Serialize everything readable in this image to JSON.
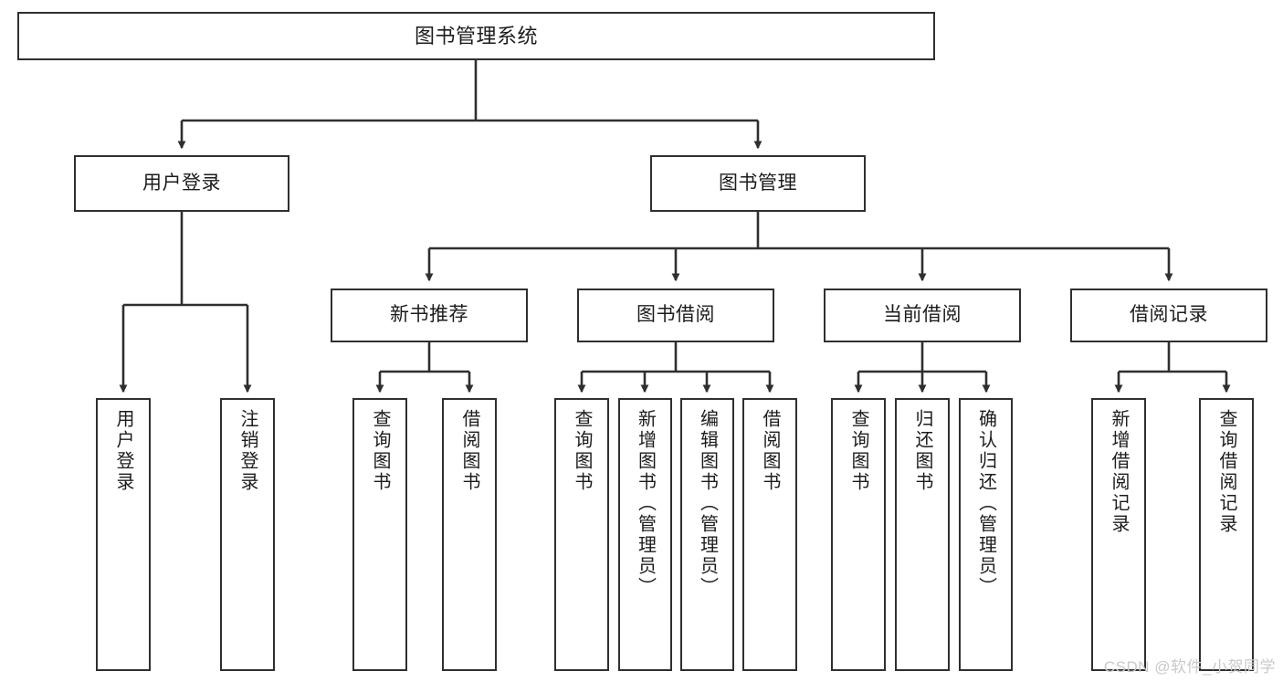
{
  "diagram": {
    "title": "图书管理系统",
    "type": "tree-hierarchy-diagram",
    "colors": {
      "box_border": "#2f2f2f",
      "box_fill": "#ffffff",
      "edge": "#2f2f2f",
      "text": "#1c1c1c",
      "watermark": "#c9c9c9",
      "background": "#ffffff"
    }
  },
  "watermark": {
    "text": "CSDN @软件_小贺同学"
  },
  "nodes": {
    "root": {
      "label": "图书管理系统",
      "level": 1,
      "orientation": "horizontal"
    },
    "level2": [
      {
        "label": "用户登录",
        "orientation": "horizontal"
      },
      {
        "label": "图书管理",
        "orientation": "horizontal"
      }
    ],
    "level3": [
      {
        "label": "新书推荐",
        "orientation": "horizontal"
      },
      {
        "label": "图书借阅",
        "orientation": "horizontal"
      },
      {
        "label": "当前借阅",
        "orientation": "horizontal"
      },
      {
        "label": "借阅记录",
        "orientation": "horizontal"
      }
    ],
    "leaves": {
      "user_login": [
        {
          "label": "用户登录",
          "orientation": "vertical"
        },
        {
          "label": "注销登录",
          "orientation": "vertical"
        }
      ],
      "new_book_recommend": [
        {
          "label": "查询图书",
          "orientation": "vertical"
        },
        {
          "label": "借阅图书",
          "orientation": "vertical"
        }
      ],
      "book_borrow": [
        {
          "label": "查询图书",
          "orientation": "vertical"
        },
        {
          "label": "新增图书（管理员）",
          "orientation": "vertical"
        },
        {
          "label": "编辑图书（管理员）",
          "orientation": "vertical"
        },
        {
          "label": "借阅图书",
          "orientation": "vertical"
        }
      ],
      "current_borrow": [
        {
          "label": "查询图书",
          "orientation": "vertical"
        },
        {
          "label": "归还图书",
          "orientation": "vertical"
        },
        {
          "label": "确认归还（管理员）",
          "orientation": "vertical"
        }
      ],
      "borrow_record": [
        {
          "label": "新增借阅记录",
          "orientation": "vertical"
        },
        {
          "label": "查询借阅记录",
          "orientation": "vertical"
        }
      ]
    }
  }
}
